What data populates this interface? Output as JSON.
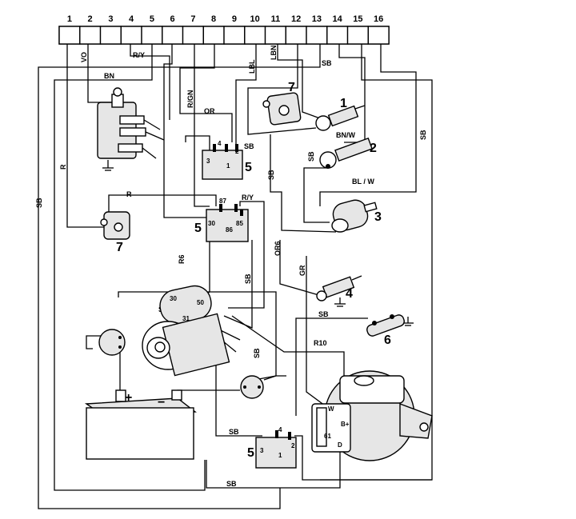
{
  "connector": {
    "pins": [
      "1",
      "2",
      "3",
      "4",
      "5",
      "6",
      "7",
      "8",
      "9",
      "10",
      "11",
      "12",
      "13",
      "14",
      "15",
      "16"
    ]
  },
  "wires": {
    "vo": "VO",
    "ry_top": "R/Y",
    "bn": "BN",
    "rgn": "R/GN",
    "or": "OR",
    "lbl": "LBL",
    "lbn": "LBN",
    "sb_top": "SB",
    "sb_right": "SB",
    "sb_left": "SB",
    "r_left": "R",
    "r_mid": "R",
    "sb_relay": "SB",
    "sb_mid": "SB",
    "sb_side": "SB",
    "bnw": "BN/W",
    "blw": "BL / W",
    "ry_relay": "R/Y",
    "or6": "OR6",
    "r6": "R6",
    "sb_starter": "SB",
    "sb_lower": "SB",
    "sb_bottom": "SB",
    "gr": "GR",
    "sb_sensor6": "SB",
    "r10": "R10",
    "sb_bottom_relay": "SB",
    "sb_bottom_line": "SB"
  },
  "callouts": {
    "c1": "1",
    "c2": "2",
    "c3": "3",
    "c4": "4",
    "c5a": "5",
    "c5b": "5",
    "c5c": "5",
    "c6": "6",
    "c7a": "7",
    "c7b": "7"
  },
  "terminals": {
    "relay_top": [
      "4",
      "3",
      "1",
      "2"
    ],
    "relay_mid": [
      "87",
      "30",
      "86",
      "85"
    ],
    "relay_bottom": [
      "4",
      "3",
      "1",
      "2"
    ],
    "starter": [
      "30",
      "50",
      "31"
    ],
    "alternator": [
      "W",
      "B+",
      "61",
      "D"
    ]
  },
  "battery": {
    "plus": "+",
    "minus": "−"
  }
}
